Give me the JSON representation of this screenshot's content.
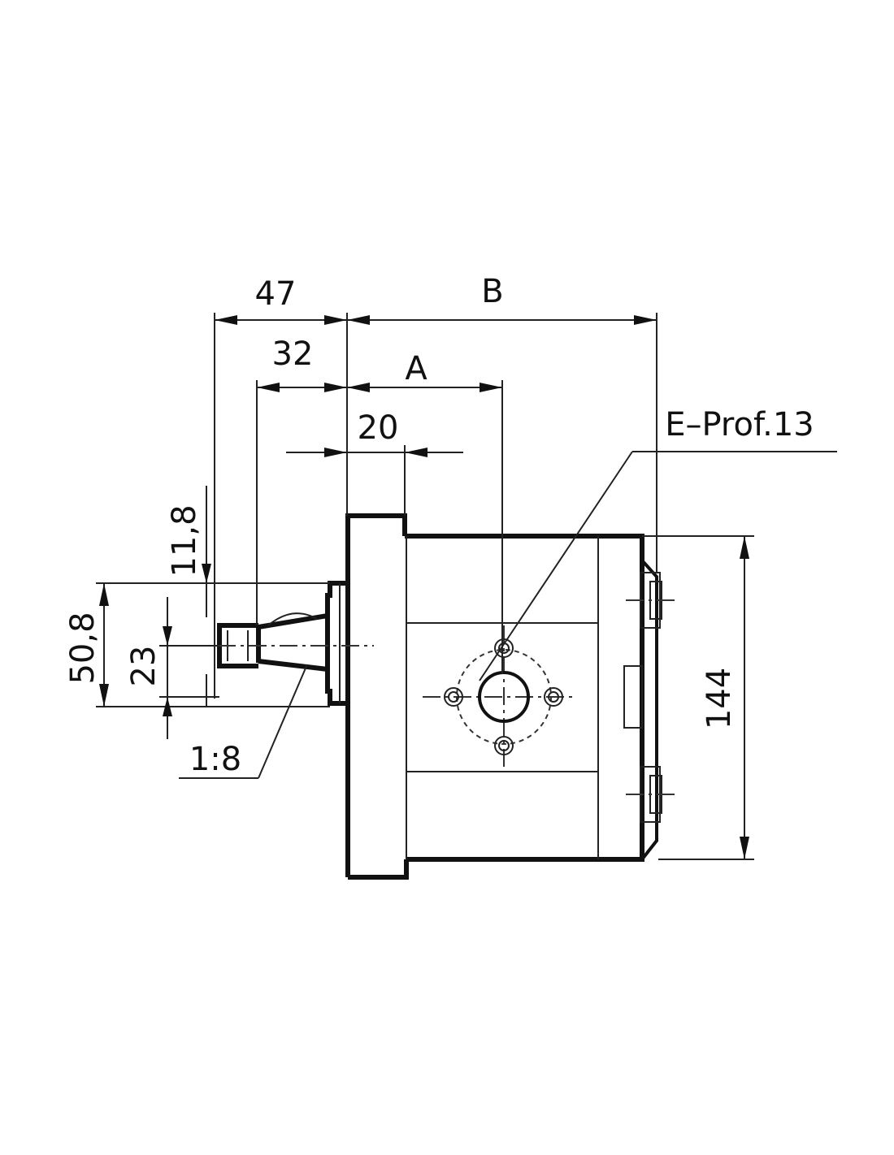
{
  "drawing": {
    "dimensions": {
      "d47": "47",
      "dB": "B",
      "d32": "32",
      "dA": "A",
      "d20": "20",
      "dE": "E–Prof.13",
      "d11_8": "11,8",
      "d50_8": "50,8",
      "d23": "23",
      "d1_8": "1:8",
      "d144": "144"
    }
  }
}
